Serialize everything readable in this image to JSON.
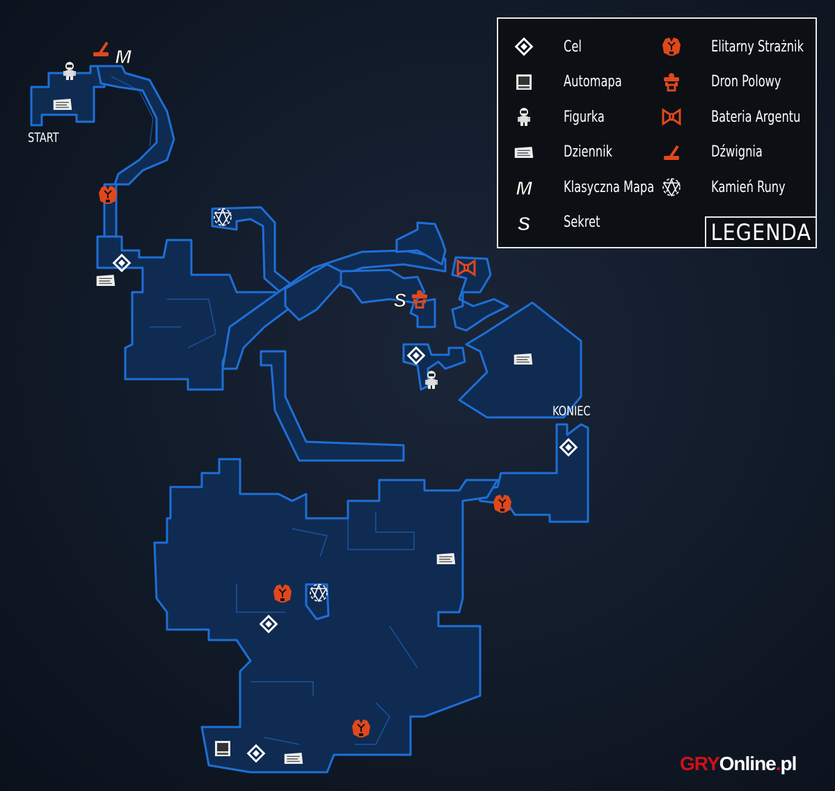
{
  "map": {
    "start_label": "START",
    "end_label": "KONIEC"
  },
  "legend": {
    "title": "LEGENDA",
    "items": [
      {
        "icon": "objective-diamond-icon",
        "label": "Cel"
      },
      {
        "icon": "automap-icon",
        "label": "Automapa"
      },
      {
        "icon": "figurine-icon",
        "label": "Figurka"
      },
      {
        "icon": "codex-entry-icon",
        "label": "Dziennik"
      },
      {
        "icon": "classic-map-m-icon",
        "label": "Klasyczna Mapa"
      },
      {
        "icon": "secret-s-icon",
        "label": "Sekret"
      },
      {
        "icon": "elite-guard-icon",
        "label": "Elitarny Strażnik"
      },
      {
        "icon": "field-drone-icon",
        "label": "Dron Polowy"
      },
      {
        "icon": "argent-battery-icon",
        "label": "Bateria Argentu"
      },
      {
        "icon": "lever-icon",
        "label": "Dźwignia"
      },
      {
        "icon": "rune-stone-icon",
        "label": "Kamień Runy"
      }
    ]
  },
  "colors": {
    "accent_orange": "#e0481c",
    "map_outline": "#1e6fd6",
    "map_fill": "#0f2b52"
  },
  "logo": {
    "part1": "GRY",
    "part2": "Online",
    "dot": ".",
    "part3": "pl"
  }
}
